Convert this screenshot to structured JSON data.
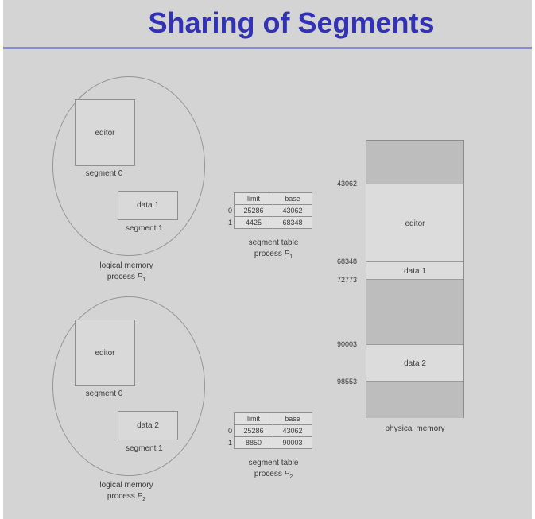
{
  "title": "Sharing of Segments",
  "colors": {
    "title": "#3232b4",
    "rule": "#8a8ad8",
    "background": "#d4d4d4",
    "free_block": "#bdbdbd",
    "used_block": "#dcdcdc"
  },
  "process1": {
    "editor": "editor",
    "segment0": "segment 0",
    "data": "data 1",
    "segment1": "segment 1",
    "caption_line1": "logical memory",
    "caption_line2": "process ",
    "caption_var": "P",
    "caption_sub": "1"
  },
  "process2": {
    "editor": "editor",
    "segment0": "segment 0",
    "data": "data 2",
    "segment1": "segment 1",
    "caption_line1": "logical memory",
    "caption_line2": "process ",
    "caption_var": "P",
    "caption_sub": "2"
  },
  "table1": {
    "header": [
      "limit",
      "base"
    ],
    "rows": [
      {
        "index": "0",
        "limit": "25286",
        "base": "43062"
      },
      {
        "index": "1",
        "limit": "4425",
        "base": "68348"
      }
    ],
    "caption_line1": "segment table",
    "caption_line2": "process ",
    "caption_var": "P",
    "caption_sub": "1"
  },
  "table2": {
    "header": [
      "limit",
      "base"
    ],
    "rows": [
      {
        "index": "0",
        "limit": "25286",
        "base": "43062"
      },
      {
        "index": "1",
        "limit": "8850",
        "base": "90003"
      }
    ],
    "caption_line1": "segment table",
    "caption_line2": "process ",
    "caption_var": "P",
    "caption_sub": "2"
  },
  "physical": {
    "label": "physical memory",
    "addresses": [
      "43062",
      "68348",
      "72773",
      "90003",
      "98553"
    ],
    "blocks": [
      "editor",
      "data 1",
      "data 2"
    ]
  }
}
